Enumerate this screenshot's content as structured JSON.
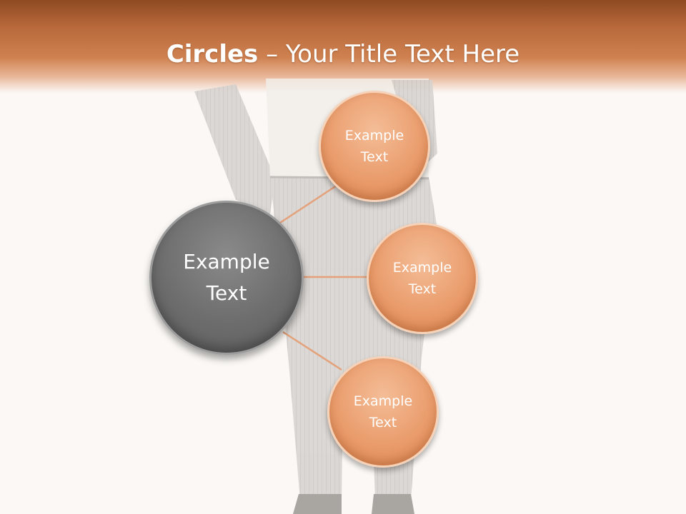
{
  "slide": {
    "title_bold": "Circles",
    "title_rest": " – Your Title Text Here"
  },
  "diagram": {
    "center": {
      "line1": "Example",
      "line2": "Text"
    },
    "nodes": [
      {
        "line1": "Example",
        "line2": "Text"
      },
      {
        "line1": "Example",
        "line2": "Text"
      },
      {
        "line1": "Example",
        "line2": "Text"
      }
    ]
  },
  "colors": {
    "accent": "#c8733f",
    "center_circle": "#6d6d6d",
    "node_circle": "#e99a69",
    "connector": "#e4a17a"
  }
}
